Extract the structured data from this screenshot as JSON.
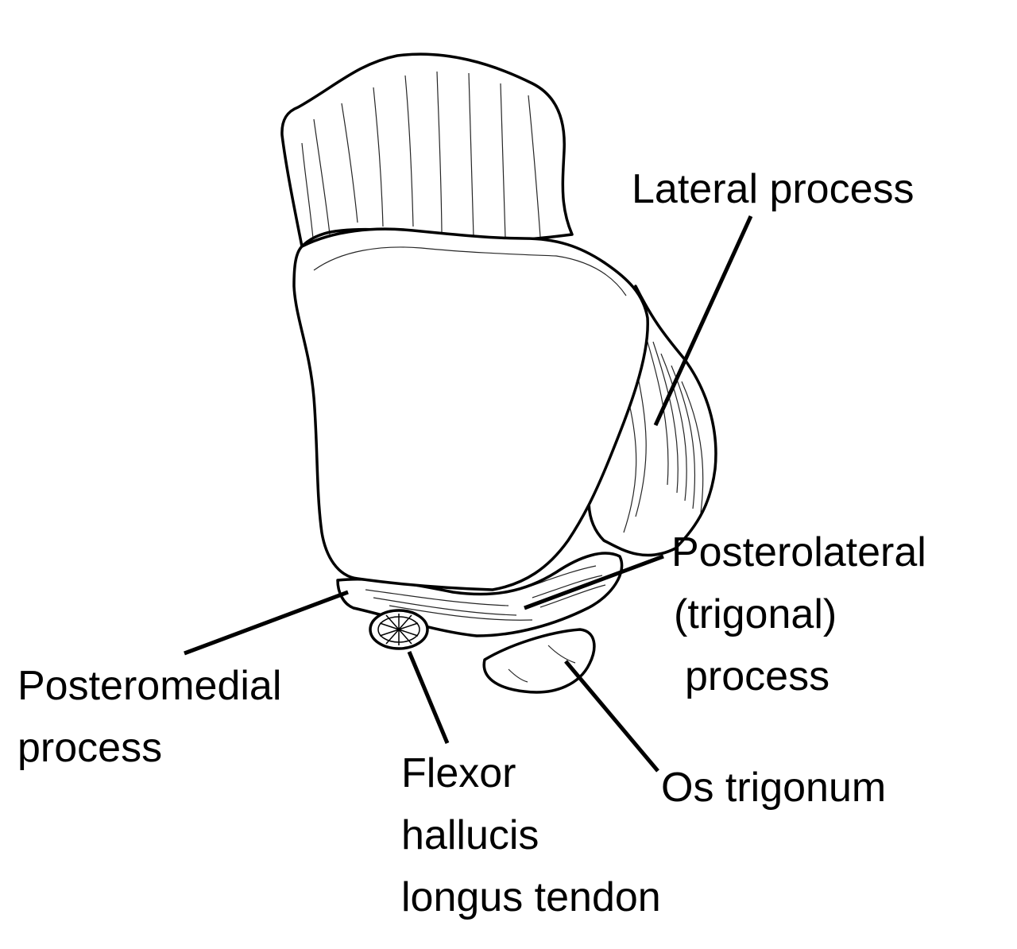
{
  "labels": {
    "lateral_process": [
      "Lateral process"
    ],
    "posterolateral_process": [
      "Posterolateral",
      "(trigonal)",
      "process"
    ],
    "posteromedial_process": [
      "Posteromedial",
      "process"
    ],
    "flexor_hallucis_longus_tendon": [
      "Flexor",
      "hallucis",
      "longus tendon"
    ],
    "os_trigonum": [
      "Os trigonum"
    ]
  },
  "colors": {
    "ink": "#000000",
    "paper": "#ffffff"
  }
}
